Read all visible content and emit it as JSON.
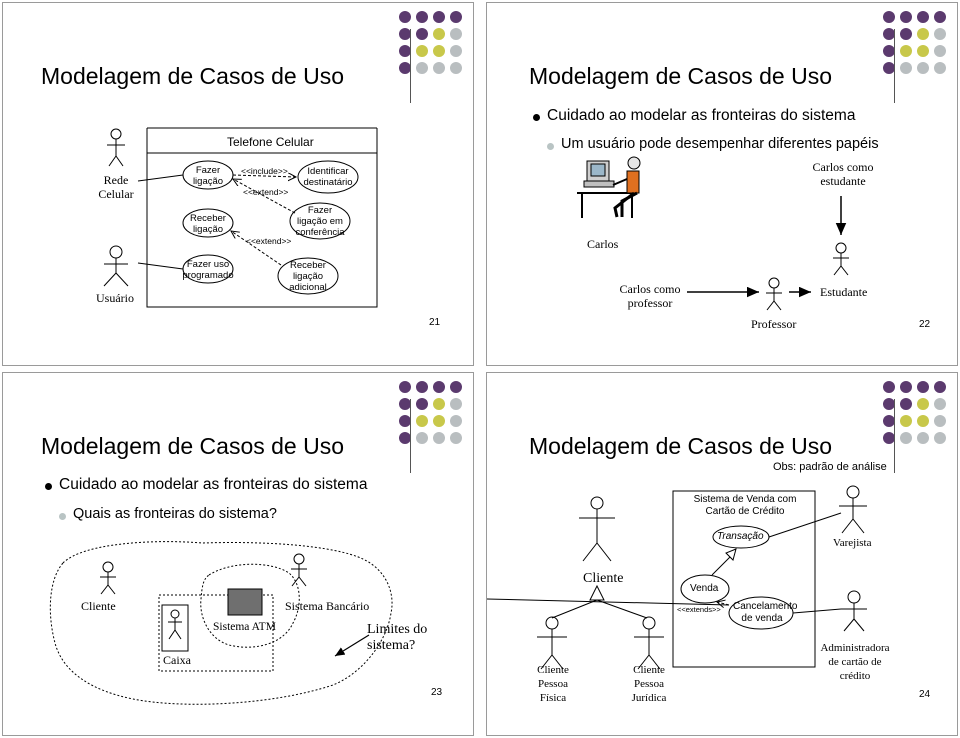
{
  "slides": [
    {
      "number": "21",
      "title": "Modelagem de Casos de Uso",
      "system_label": "Telefone Celular",
      "actors": [
        "Rede Celular",
        "Usuário"
      ],
      "use_cases": [
        "Fazer ligação",
        "Receber ligação",
        "Fazer uso programado",
        "Identificar destinatário",
        "Fazer ligação em conferência",
        "Receber ligação adicional"
      ],
      "relations": [
        "<<include>>",
        "<<extend>>",
        "<<extend>>"
      ]
    },
    {
      "number": "22",
      "title": "Modelagem de Casos de Uso",
      "bullet": "Cuidado ao modelar as fronteiras do sistema",
      "sub_bullet": "Um usuário pode desempenhar diferentes papéis",
      "labels": {
        "carlos": "Carlos",
        "carlos_estudante": "Carlos como estudante",
        "carlos_professor": "Carlos como professor",
        "estudante": "Estudante",
        "professor": "Professor"
      }
    },
    {
      "number": "23",
      "title": "Modelagem de Casos de Uso",
      "bullet": "Cuidado ao modelar as fronteiras do sistema",
      "sub_bullet": "Quais as fronteiras do sistema?",
      "labels": {
        "cliente": "Cliente",
        "caixa": "Caixa",
        "sistema_atm": "Sistema ATM",
        "sistema_bancario": "Sistema Bancário",
        "limites": "Limites do sistema?"
      }
    },
    {
      "number": "24",
      "title": "Modelagem de Casos de Uso",
      "obs": "Obs: padrão de análise",
      "system_label": "Sistema de Venda com Cartão de Crédito",
      "use_cases": [
        "Transação",
        "Venda",
        "Cancelamento de venda"
      ],
      "relations": [
        "<<extends>>"
      ],
      "actors": [
        "Cliente",
        "Cliente Pessoa Física",
        "Cliente Pessoa Jurídica",
        "Varejista",
        "Administradora de cartão de crédito"
      ]
    }
  ],
  "colors": {
    "dot_purple": "#5b3a6e",
    "dot_yellow": "#c8c84a",
    "dot_gray": "#b9bec0"
  }
}
